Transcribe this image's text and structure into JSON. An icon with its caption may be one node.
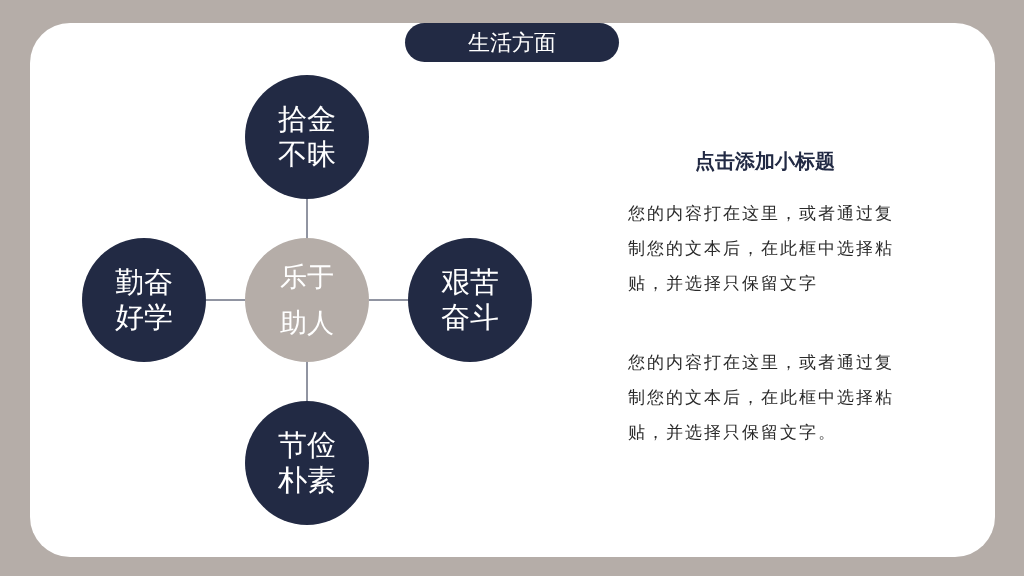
{
  "diagram": {
    "nodes": [
      {
        "text": [
          "生活方面"
        ]
      },
      {
        "text": [
          "拾金不昧"
        ]
      },
      {
        "text": [
          "勤奋好学"
        ]
      },
      {
        "text": [
          "乐于助人"
        ]
      },
      {
        "text": [
          "艰苦奋斗"
        ]
      },
      {
        "text": [
          "节俭朴素"
        ]
      }
    ],
    "edges": [
      {
        "from": 3,
        "to": 1,
        "arrow": "none"
      },
      {
        "from": 3,
        "to": 2,
        "arrow": "none"
      },
      {
        "from": 3,
        "to": 4,
        "arrow": "none"
      },
      {
        "from": 3,
        "to": 5,
        "arrow": "none"
      }
    ],
    "labels": [
      "点击添加小标题",
      "您的内容打在这里，或者通过复制您的文本后，在此框中选择粘贴，并选择只保留文字",
      "您的内容打在这里，或者通过复制您的文本后，在此框中选择粘贴，并选择只保留文字。"
    ]
  }
}
